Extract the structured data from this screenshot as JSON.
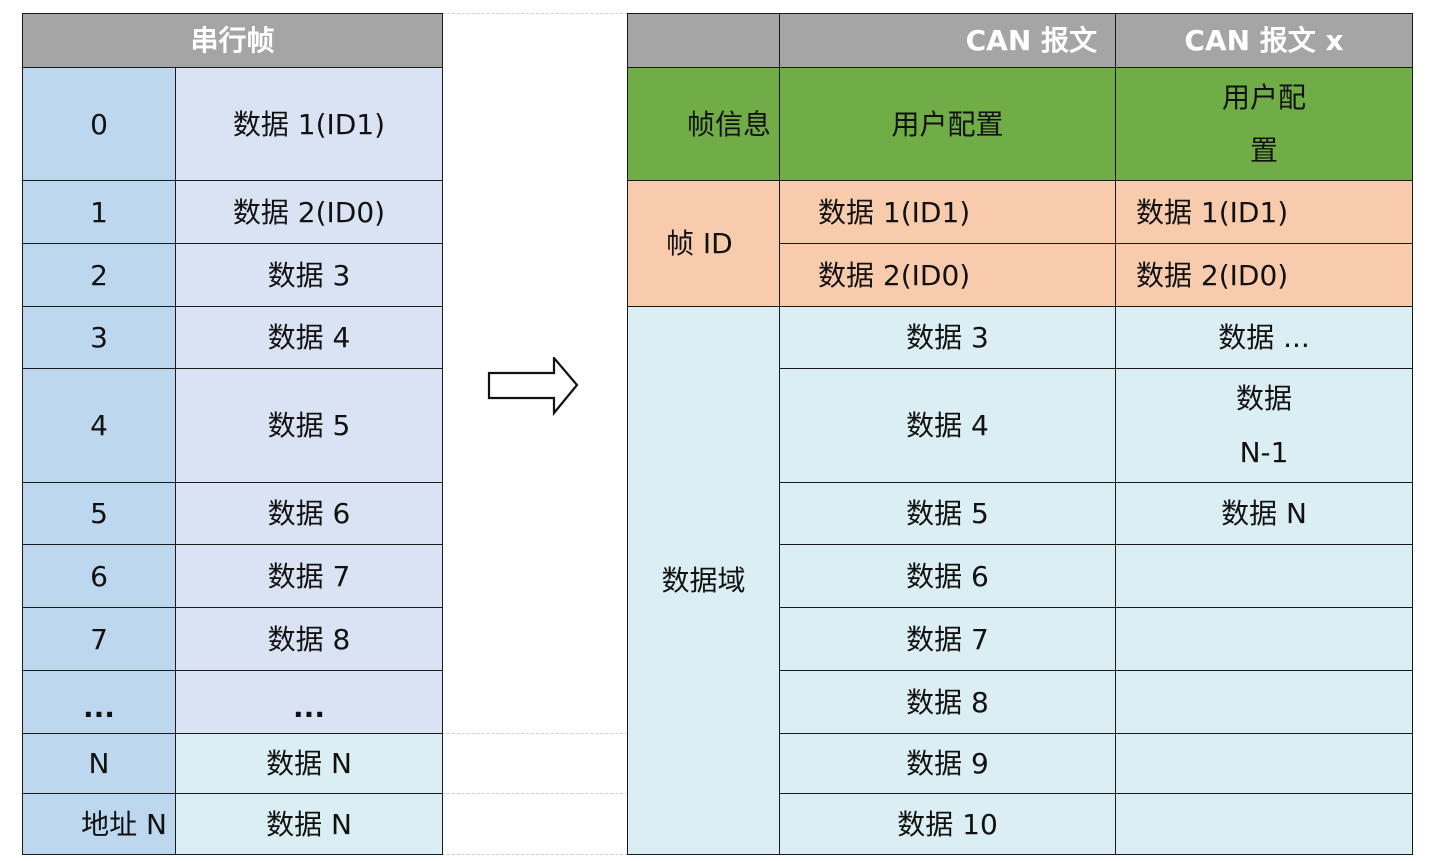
{
  "serial_frame": {
    "title": "串行帧",
    "rows": [
      {
        "index": "0",
        "data": "数据  1(ID1)"
      },
      {
        "index": "1",
        "data": "数据  2(ID0)"
      },
      {
        "index": "2",
        "data": "数据  3"
      },
      {
        "index": "3",
        "data": "数据  4"
      },
      {
        "index": "4",
        "data": "数据  5"
      },
      {
        "index": "5",
        "data": "数据  6"
      },
      {
        "index": "6",
        "data": "数据  7"
      },
      {
        "index": "7",
        "data": "数据  8"
      },
      {
        "index": "...",
        "data": "..."
      },
      {
        "index": "N",
        "data": "数据  N"
      },
      {
        "index": "地址 N",
        "data": "数据  N"
      }
    ]
  },
  "arrow": {
    "icon": "right-arrow-icon"
  },
  "can_frame": {
    "headers": [
      "",
      "CAN  报文",
      "CAN  报文 x"
    ],
    "frame_info": {
      "label": "帧信息",
      "col1": "用户配置",
      "col2_line1": "用户配",
      "col2_line2": "置"
    },
    "frame_id": {
      "label": "帧 ID",
      "rows": [
        {
          "col1": "数据  1(ID1)",
          "col2": "数据  1(ID1)"
        },
        {
          "col1": "数据  2(ID0)",
          "col2": "数据  2(ID0)"
        }
      ]
    },
    "data_field": {
      "label": "数据域",
      "rows": [
        {
          "col1": "数据  3",
          "col2": "数据  ..."
        },
        {
          "col1": "数据  4",
          "col2_line1": "数据",
          "col2_line2": "N-1"
        },
        {
          "col1": "数据  5",
          "col2": "数据  N"
        },
        {
          "col1": "数据  6",
          "col2": ""
        },
        {
          "col1": "数据  7",
          "col2": ""
        },
        {
          "col1": "数据  8",
          "col2": ""
        },
        {
          "col1": "数据  9",
          "col2": ""
        },
        {
          "col1": "数据  10",
          "col2": ""
        }
      ]
    }
  },
  "colors": {
    "header_gray": "#a5a5a5",
    "index_blue": "#bdd7ee",
    "data_blue": "#dae3f3",
    "data_cyan": "#daeef3",
    "frame_info_green": "#70ad47",
    "frame_id_orange": "#f8cbad"
  }
}
